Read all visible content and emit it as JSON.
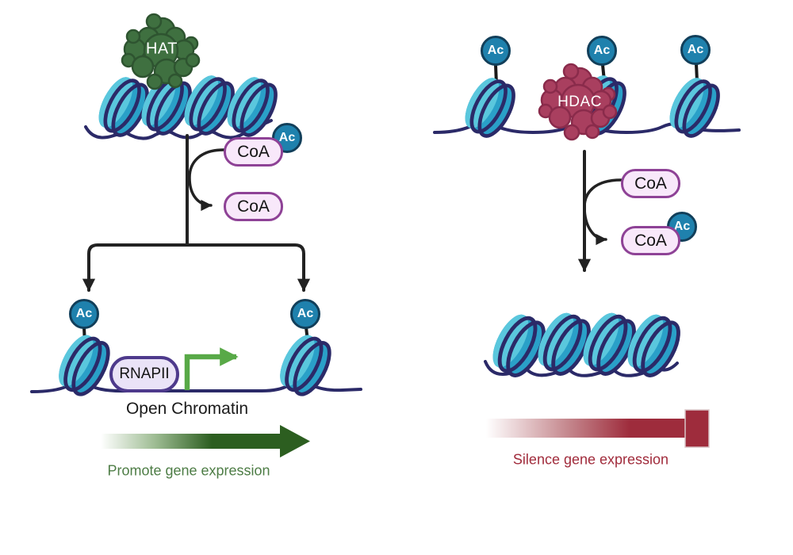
{
  "labels": {
    "hat": "HAT",
    "hdac": "HDAC",
    "coa": "CoA",
    "ac": "Ac",
    "rnapii": "RNAPII",
    "open_chromatin": "Open Chromatin",
    "promote": "Promote gene expression",
    "silence": "Silence gene expression"
  },
  "colors": {
    "nuc-face": "#5ac7dd",
    "nuc-body": "#2aa0c8",
    "dna": "#2b2a68",
    "hat-fill": "#3f7040",
    "hat-stroke": "#2e5430",
    "hdac-fill": "#a93f5f",
    "hdac-stroke": "#8a2b4b",
    "ac-fill": "#1f81ad",
    "ac-stroke": "#123f5a",
    "pill-fill": "#f8e8fa",
    "pill-stroke": "#8e4296",
    "rnapii-fill": "#eae3f7",
    "rnapii-stroke": "#4e3a8c",
    "arrow-black": "#222222",
    "green-arrow": "#58a947",
    "green-dark": "#2c5e20",
    "green-text": "#4e7d46",
    "red-dark": "#9e2c3c",
    "red-text": "#a12c3c"
  }
}
